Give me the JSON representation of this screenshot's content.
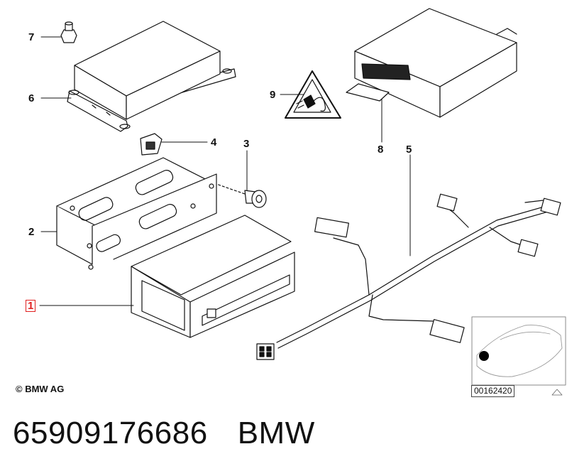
{
  "callouts": {
    "c1": "1",
    "c2": "2",
    "c3": "3",
    "c4": "4",
    "c5": "5",
    "c6": "6",
    "c7": "7",
    "c8": "8",
    "c9": "9"
  },
  "copyright": "© BMW AG",
  "diagram_id": "00162420",
  "caption": {
    "part_number": "65909176686",
    "brand": "BMW"
  },
  "colors": {
    "ink": "#111111",
    "highlight": "#e02020"
  },
  "icons": [
    "warning-triangle-icon",
    "plug-icon",
    "car-locator-icon"
  ]
}
